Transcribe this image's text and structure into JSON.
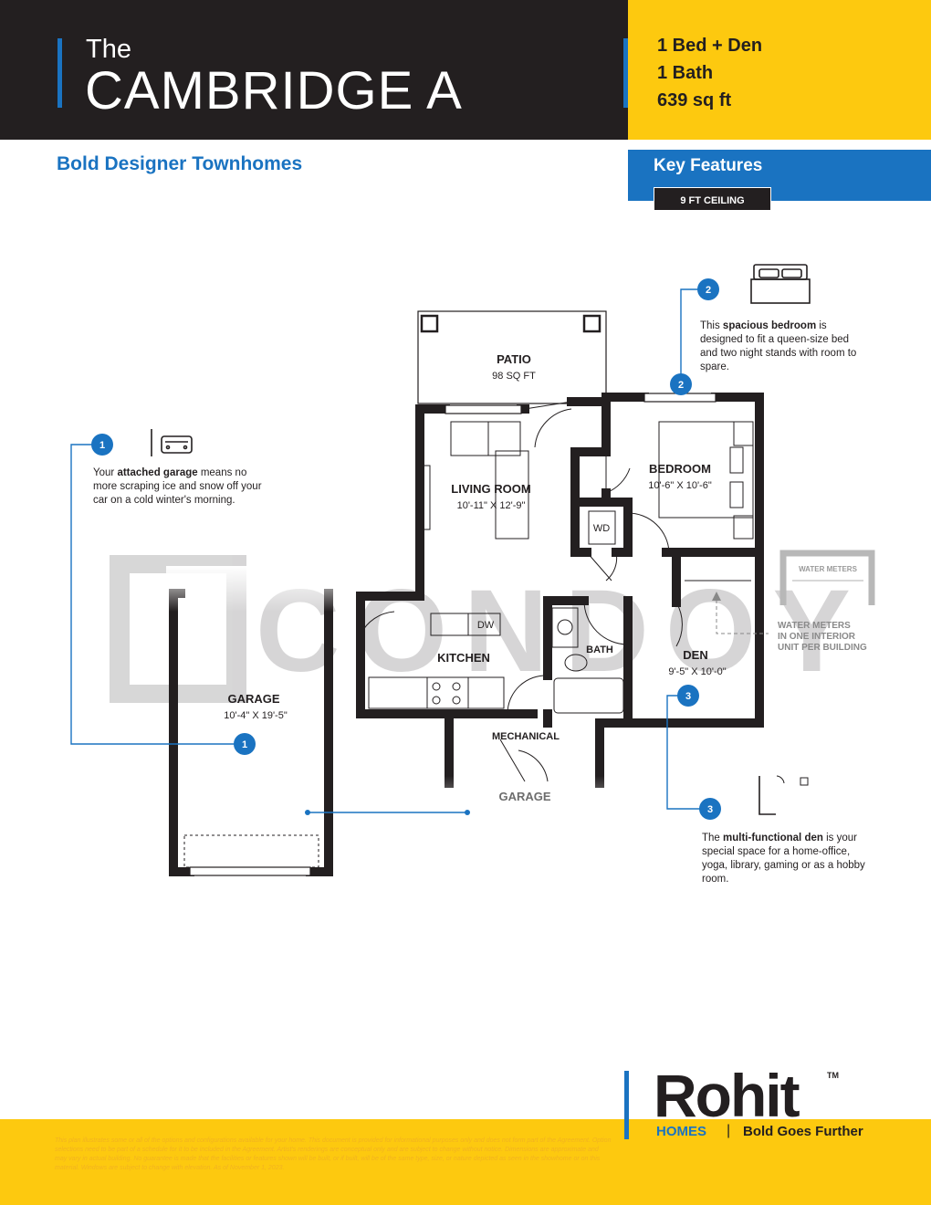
{
  "header": {
    "title_small": "The",
    "title_big": "CAMBRIDGE A",
    "specs": [
      "1 Bed + Den",
      "1 Bath",
      "639 sq ft"
    ],
    "subtitle": "Bold Designer Townhomes",
    "key_features_label": "Key Features",
    "ceiling_badge": "9 FT  CEILING"
  },
  "rooms": {
    "patio": "PATIO",
    "patio_area": "98 SQ FT",
    "living": "LIVING ROOM",
    "living_dim": "10'-11\" X 12'-9\"",
    "bedroom": "BEDROOM",
    "bedroom_dim": "10'-6\" X 10'-6\"",
    "kitchen": "KITCHEN",
    "bath": "BATH",
    "den": "DEN",
    "den_dim": "9'-5\" X 10'-0\"",
    "garage": "GARAGE",
    "garage_dim": "10'-4\" X 19'-5\"",
    "mechanical": "MECHANICAL",
    "garage_lower": "GARAGE",
    "wd": "WD",
    "dw": "DW"
  },
  "water_meters": {
    "box_label": "WATER METERS",
    "note": "WATER METERS IN ONE INTERIOR UNIT PER BUILDING"
  },
  "callouts": {
    "garage": {
      "number": "1",
      "pre": "Your ",
      "bold": "attached garage",
      "post": " means no more scraping ice and snow off your car on a cold winter's morning."
    },
    "bedroom": {
      "number": "2",
      "pre": "This ",
      "bold": "spacious bedroom",
      "post": " is designed to fit a queen-size bed and two night stands with room to spare."
    },
    "den": {
      "number": "3",
      "pre": "The ",
      "bold": "multi-functional den",
      "post": " is your special space for a home-office, yoga, library, gaming or as a hobby room."
    }
  },
  "watermark": "CONDOY",
  "footer": {
    "disclaimer": "This plan illustrates some or all of the options and configurations available for your home. This document is provided for informational purposes only and does not form part of the Agreement. Option selections need to be part of a schedule for it to be included in the Agreement. Artist's renderings are conceptual only and are subject to change without notice. Dimensions are approximate and may vary in actual building. No guarantee is made that the facilities or features shown will be built, or if built, will be of the same type, size, or nature depicted as seen in the showhome or on this material. Windows are subject to change with elevation. As of November 1, 2023.",
    "logo": "Rohit",
    "logo_tm": "TM",
    "logo_homes": "HOMES",
    "logo_sep": "|",
    "logo_tagline": "Bold Goes Further"
  },
  "colors": {
    "brand_blue": "#1a73c1",
    "brand_yellow": "#fdc90f",
    "dark": "#231f20"
  },
  "icons": [
    "car-garage-icon",
    "bed-icon",
    "den-floorplan-icon"
  ]
}
